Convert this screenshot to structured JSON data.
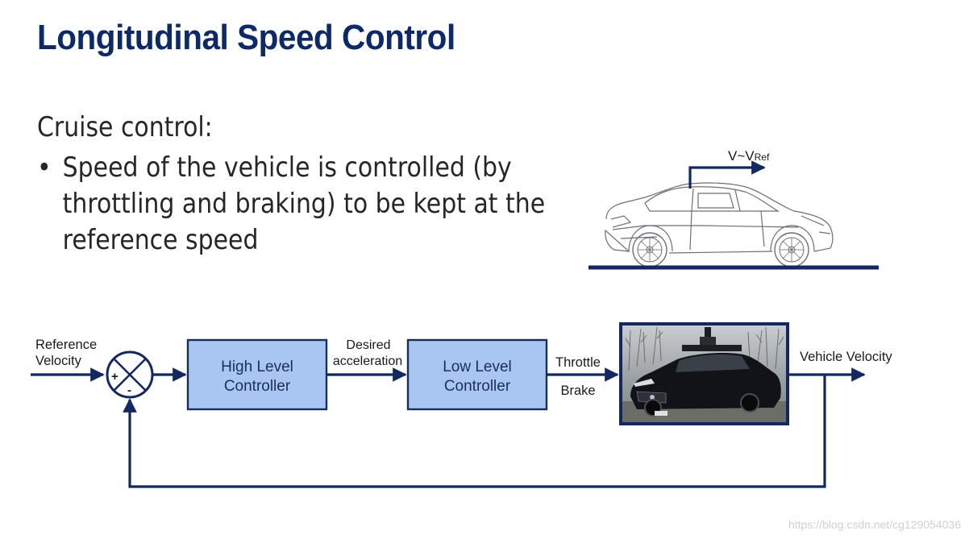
{
  "slide": {
    "title": "Longitudinal Speed Control",
    "subtitle": "Cruise control:",
    "bullet": "•",
    "bullet_text": "Speed of the vehicle is controlled (by throttling and braking) to be kept at the reference speed"
  },
  "car_figure": {
    "v_label": "V~V",
    "v_ref_subscript": "Ref"
  },
  "block_diagram": {
    "input_label_line1": "Reference",
    "input_label_line2": "Velocity",
    "sum_plus": "+",
    "sum_minus": "-",
    "high_level_line1": "High Level",
    "high_level_line2": "Controller",
    "desired_line1": "Desired",
    "desired_line2": "acceleration",
    "low_level_line1": "Low Level",
    "low_level_line2": "Controller",
    "throttle": "Throttle",
    "brake": "Brake",
    "output_label": "Vehicle Velocity"
  },
  "watermark": "https://blog.csdn.net/cg129054036",
  "colors": {
    "title": "#0d2a66",
    "line": "#12285e",
    "block_fill": "#a9c6f2",
    "block_stroke": "#1a2f55"
  }
}
